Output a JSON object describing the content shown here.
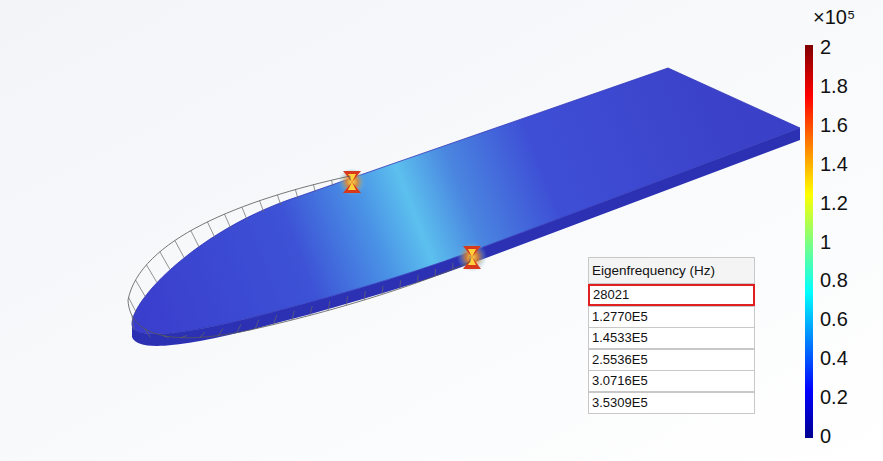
{
  "diagram": {
    "labels": [
      "×10⁵",
      "2",
      "1.8",
      "1.6",
      "1.4",
      "1.2",
      "1",
      "0.8",
      "0.6",
      "0.4",
      "0.2",
      "0",
      "Eigenfrequency (Hz)",
      "28021",
      "1.2770E5",
      "1.4533E5",
      "2.5536E5",
      "3.0716E5",
      "3.5309E5"
    ]
  }
}
